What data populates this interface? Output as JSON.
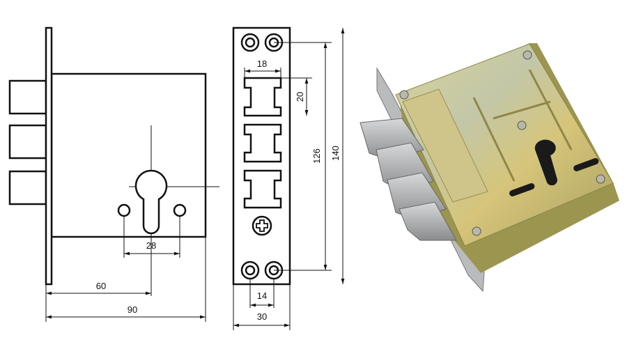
{
  "side_view": {
    "dim_hole_spacing": "28",
    "dim_backset": "60",
    "dim_body_width": "90"
  },
  "front_view": {
    "dim_bolt_width": "18",
    "dim_bolt_height": "20",
    "dim_screw_spacing": "126",
    "dim_faceplate_height": "140",
    "dim_screw_horizontal": "14",
    "dim_faceplate_width": "30"
  },
  "colors": {
    "line": "#111111",
    "body_metal": "#c9c07a",
    "bolt_metal": "#a8aaac"
  }
}
